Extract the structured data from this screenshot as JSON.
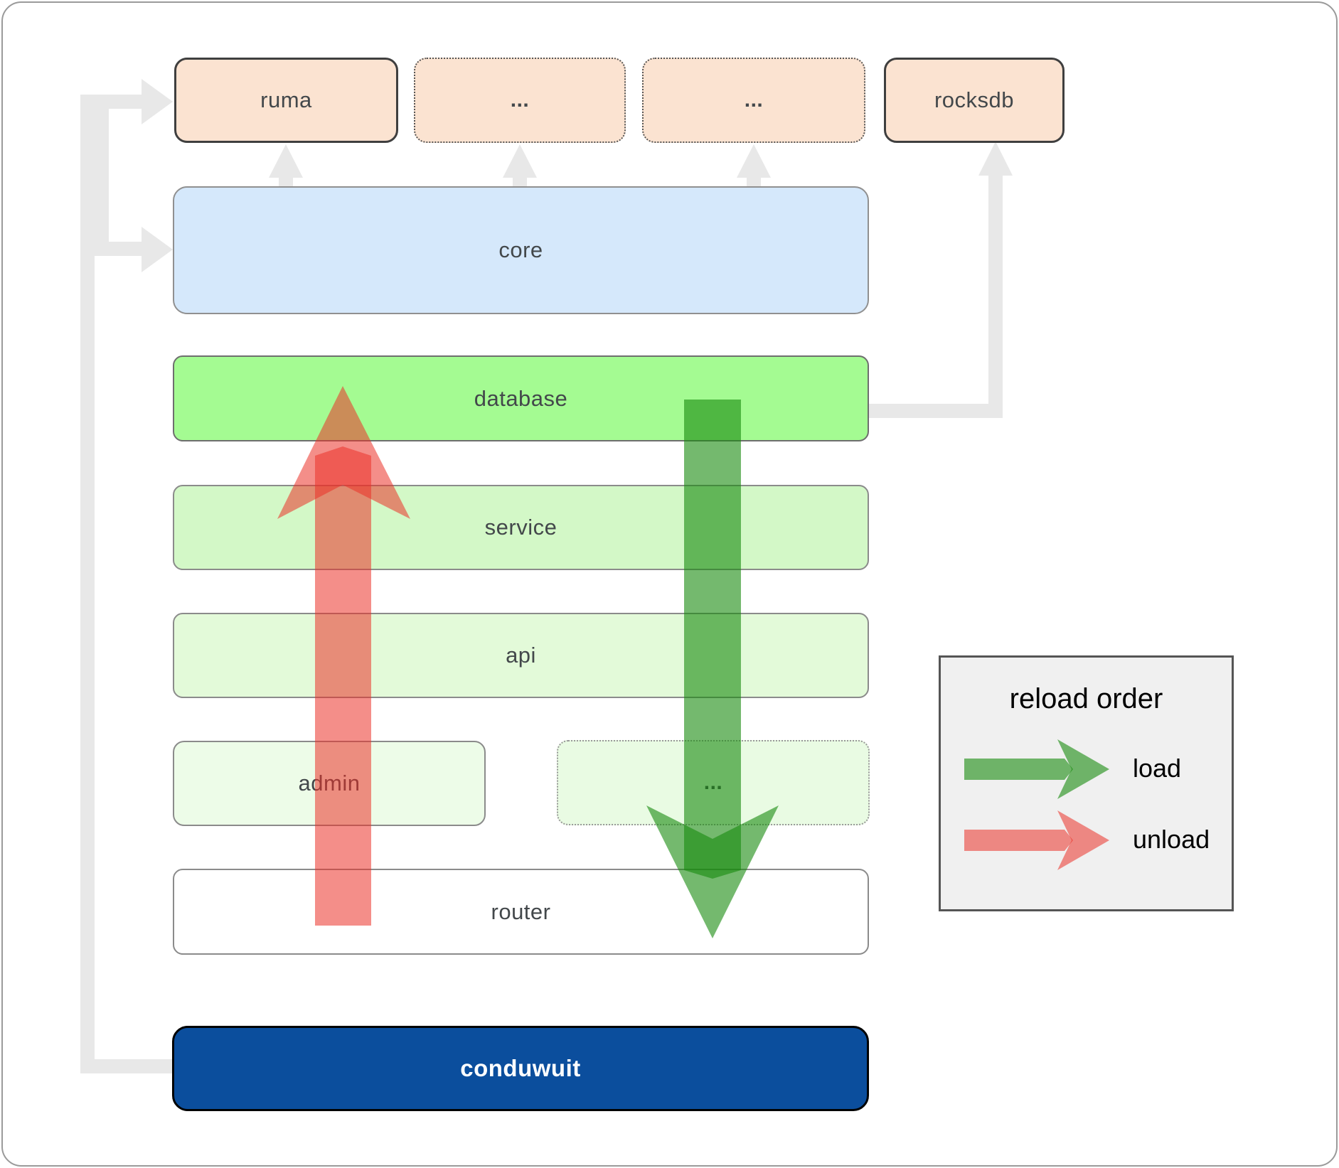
{
  "diagram": {
    "top_row": [
      {
        "label": "ruma",
        "style": "solid"
      },
      {
        "label": "...",
        "style": "dotted"
      },
      {
        "label": "...",
        "style": "dotted"
      },
      {
        "label": "rocksdb",
        "style": "solid"
      }
    ],
    "layers": {
      "core": "core",
      "database": "database",
      "service": "service",
      "api": "api",
      "admin": "admin",
      "admin_row_more": "...",
      "router": "router"
    },
    "app": "conduwuit"
  },
  "legend": {
    "title": "reload order",
    "items": [
      {
        "label": "load",
        "arrow_color": "#188a0e"
      },
      {
        "label": "unload",
        "arrow_color": "#eb3228"
      }
    ]
  },
  "colors": {
    "load_arrow_green": "#188a0e",
    "unload_arrow_red": "#eb3228",
    "connector_gray": "#e8e8e8",
    "top_box_fill": "#fbe3d1",
    "core_fill": "#d5e8fb",
    "database_fill": "#a4fb92",
    "service_fill": "#d3f8c7",
    "api_fill": "#e3fad9",
    "admin_fill": "#edfce8",
    "router_fill": "#ffffff",
    "app_fill": "#0b4e9d",
    "legend_fill": "#f0f0f0"
  }
}
